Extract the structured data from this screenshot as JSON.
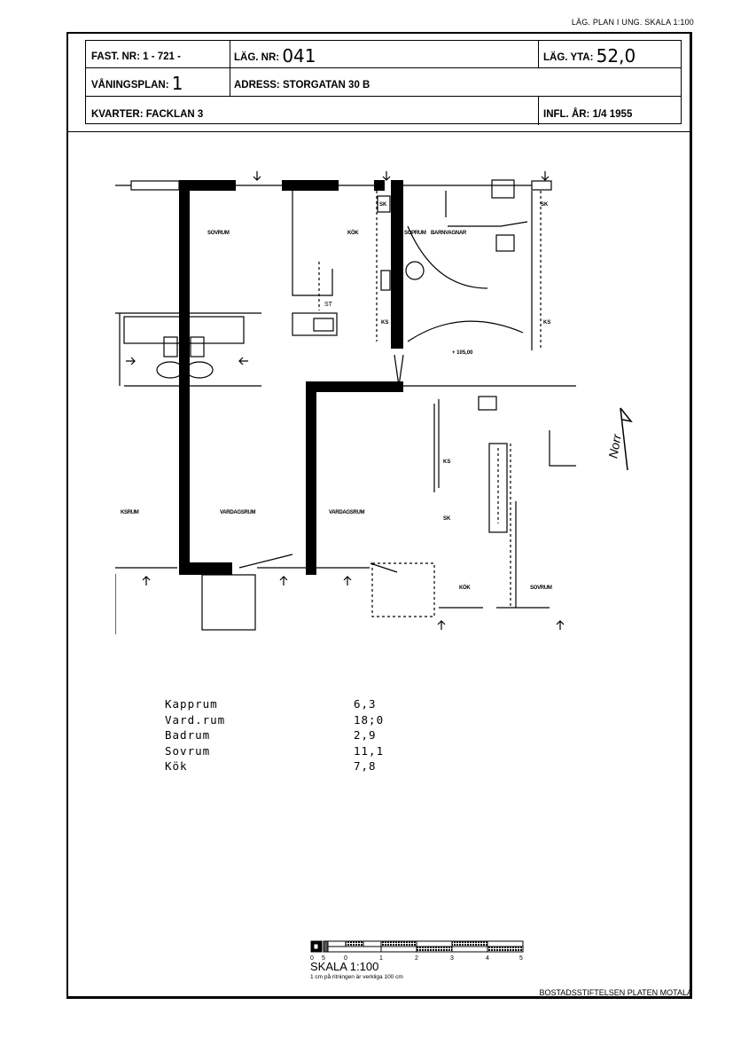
{
  "document": {
    "top_caption": "LÄG. PLAN I UNG. SKALA 1:100",
    "footer": "BOSTADSSTIFTELSEN PLATEN MOTALA"
  },
  "header": {
    "fast_nr_label": "FAST. NR: 1 - 721 -",
    "lag_nr_label": "LÄG. NR:",
    "lag_nr_value": "041",
    "lag_yta_label": "LÄG. YTA:",
    "lag_yta_value": "52,0",
    "vaningsplan_label": "VÅNINGSPLAN:",
    "vaningsplan_value": "1",
    "adress_label": "ADRESS: STORGATAN 30 B",
    "kvarter_label": "KVARTER: FACKLAN 3",
    "infl_ar_label": "INFL. ÅR: 1/4  1955"
  },
  "floor_plan": {
    "rooms": [
      {
        "label": "SOVRUM"
      },
      {
        "label": "KÖK"
      },
      {
        "label": "SOPRUM"
      },
      {
        "label": "BARNVAGNAR"
      },
      {
        "label": "KSRUM"
      },
      {
        "label": "VARDAGSRUM"
      },
      {
        "label": "VARDAGSRUM"
      },
      {
        "label": "KÖK"
      },
      {
        "label": "SOVRUM"
      }
    ],
    "symbols": {
      "sk": "SK",
      "ks": "KS",
      "st": "ST",
      "level": "+ 105,00"
    },
    "north_label": "Norr"
  },
  "areas": {
    "rows": [
      {
        "room": "Kapprum",
        "value": "6,3"
      },
      {
        "room": "Vard.rum",
        "value": "18;0"
      },
      {
        "room": "Badrum",
        "value": "2,9"
      },
      {
        "room": "Sovrum",
        "value": "11,1"
      },
      {
        "room": "Kök",
        "value": "7,8"
      }
    ]
  },
  "scale": {
    "title": "SKALA 1:100",
    "note": "1 cm på ritningen är verkliga 100 cm",
    "ticks": [
      "0",
      "5",
      "0",
      "1",
      "2",
      "3",
      "4",
      "5"
    ]
  }
}
